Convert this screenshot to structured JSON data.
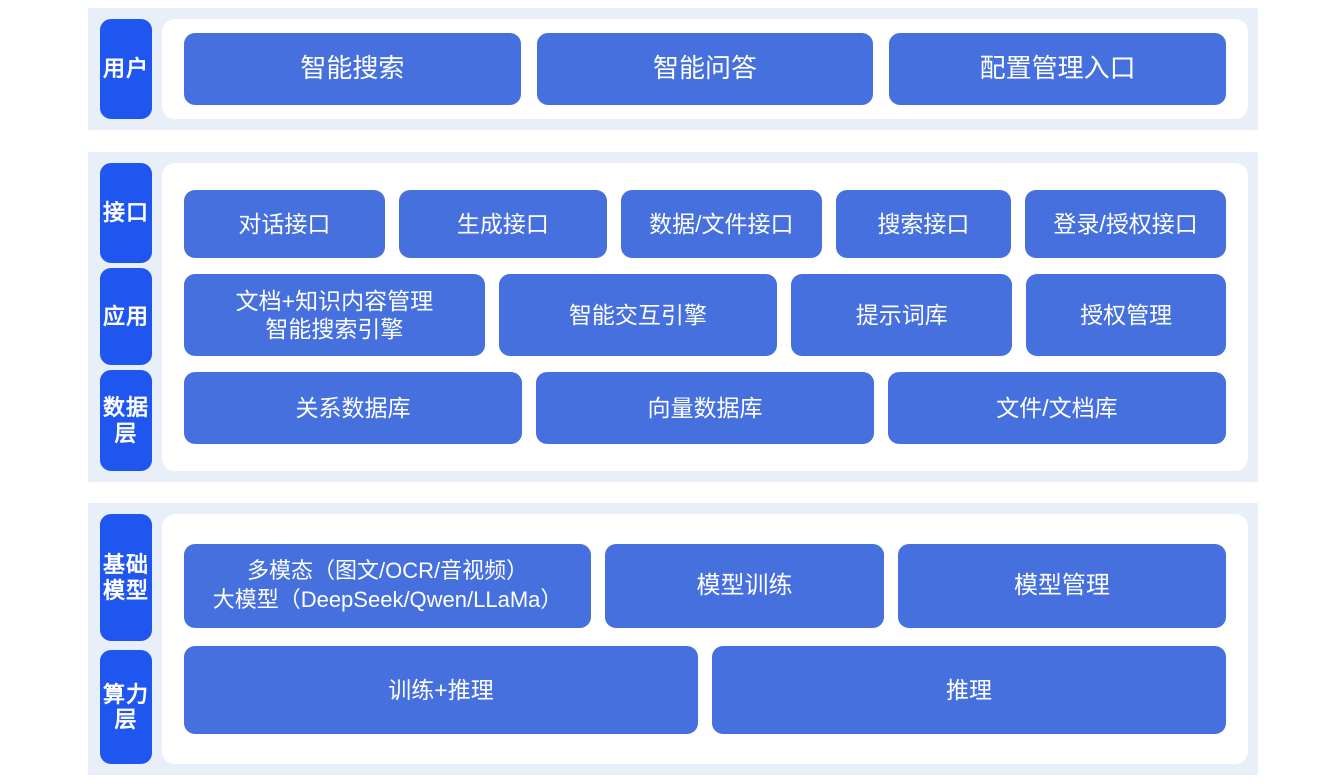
{
  "colors": {
    "band_background": "#E9EFF8",
    "band_stripe": "#EFF3FA",
    "panel_background": "#FFFFFF",
    "rail_pill": "#1F56F0",
    "chip": "#4670DE",
    "chip_text": "#FFFFFF",
    "page_background": "#FFFFFF"
  },
  "sections": {
    "users": {
      "rail": [
        {
          "label": "用户"
        }
      ],
      "rows": [
        {
          "name": "user-entry-row",
          "items": [
            {
              "label": "智能搜索"
            },
            {
              "label": "智能问答"
            },
            {
              "label": "配置管理入口"
            }
          ]
        }
      ]
    },
    "middle": {
      "rail": [
        {
          "label": "接口"
        },
        {
          "label": "应用"
        },
        {
          "label": "数据层"
        }
      ],
      "rows": [
        {
          "name": "interface-row",
          "items": [
            {
              "label": "对话接口",
              "flex": 200
            },
            {
              "label": "生成接口",
              "flex": 208
            },
            {
              "label": "数据/文件接口",
              "flex": 200
            },
            {
              "label": "搜索接口",
              "flex": 172
            },
            {
              "label": "登录/授权接口",
              "flex": 200
            }
          ]
        },
        {
          "name": "application-row",
          "items": [
            {
              "label": "文档+知识内容管理\n智能搜索引擎",
              "flex": 300
            },
            {
              "label": "智能交互引擎",
              "flex": 276
            },
            {
              "label": "提示词库",
              "flex": 215
            },
            {
              "label": "授权管理",
              "flex": 192
            }
          ]
        },
        {
          "name": "data-layer-row",
          "items": [
            {
              "label": "关系数据库"
            },
            {
              "label": "向量数据库"
            },
            {
              "label": "文件/文档库"
            }
          ]
        }
      ]
    },
    "base": {
      "rail": [
        {
          "label": "基础模型"
        },
        {
          "label": "算力层"
        }
      ],
      "rows": [
        {
          "name": "model-row",
          "items": [
            {
              "label": "多模态（图文/OCR/音视频）\n大模型（DeepSeek/Qwen/LLaMa）",
              "flex": 392
            },
            {
              "label": "模型训练",
              "flex": 262
            },
            {
              "label": "模型管理",
              "flex": 312
            }
          ]
        },
        {
          "name": "compute-row",
          "items": [
            {
              "label": "训练+推理"
            },
            {
              "label": "推理"
            }
          ]
        }
      ]
    }
  }
}
